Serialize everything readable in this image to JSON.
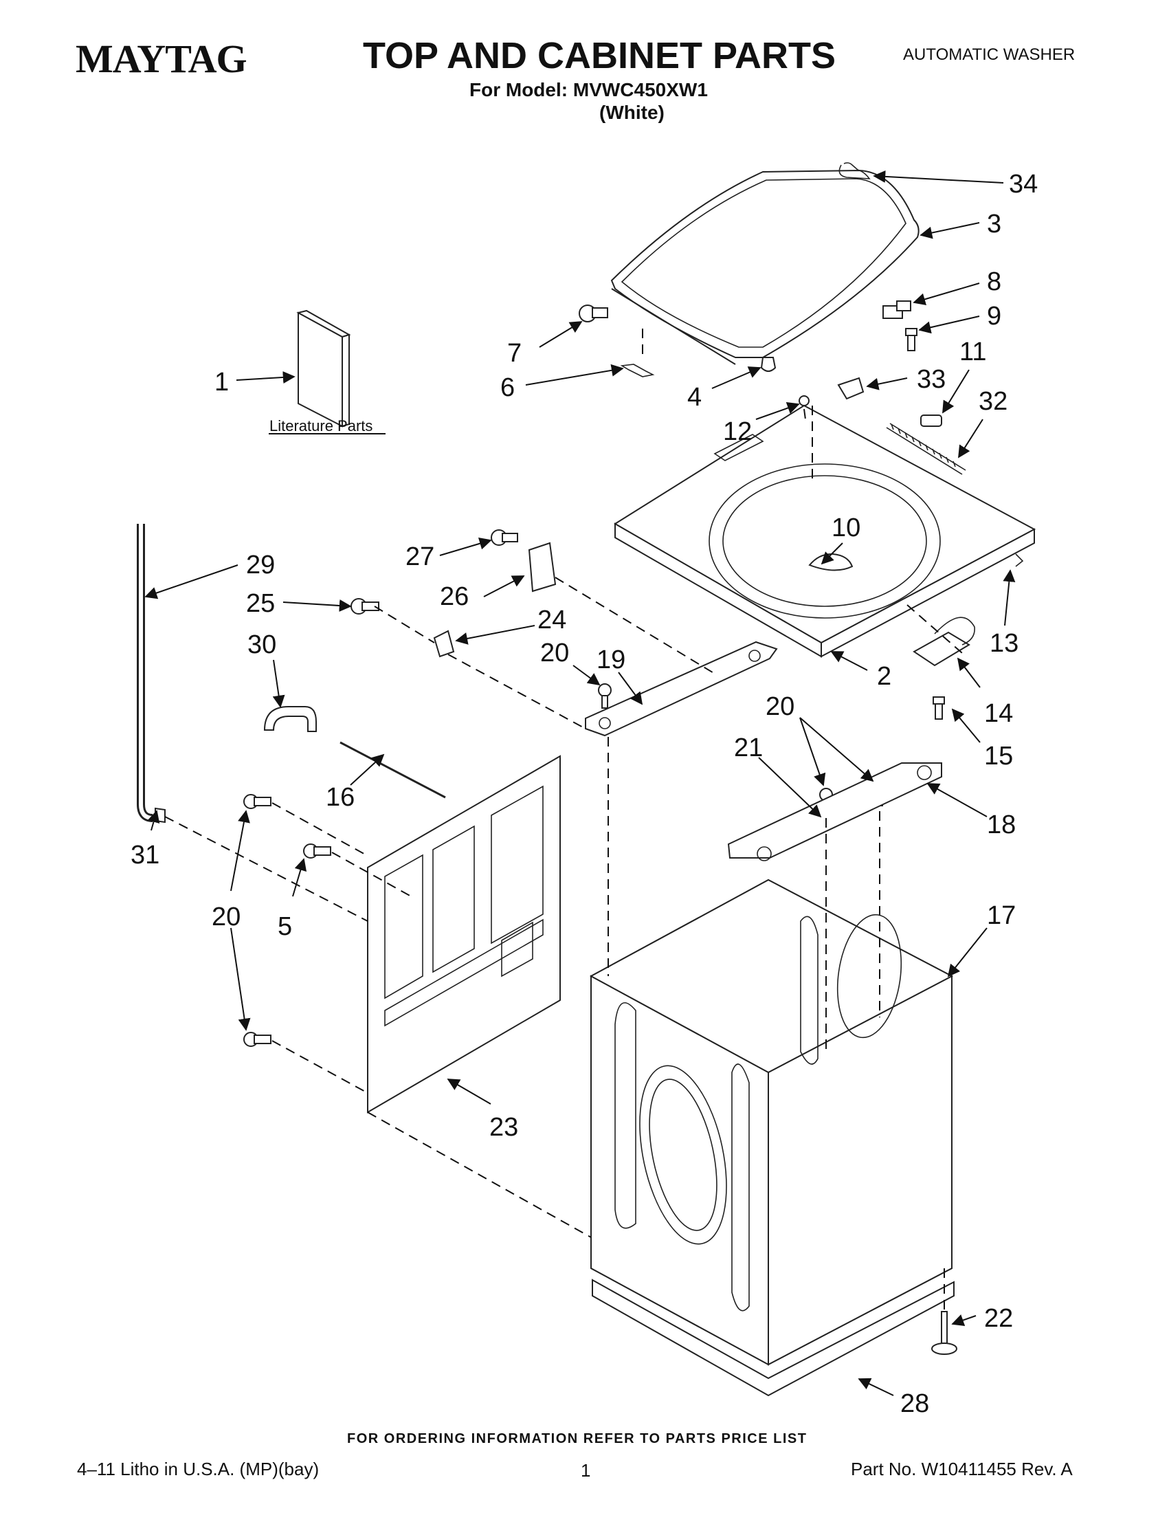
{
  "header": {
    "brand": "MAYTAG",
    "title": "TOP AND CABINET PARTS",
    "model_line": "For Model: MVWC450XW1",
    "color": "(White)",
    "product_type": "AUTOMATIC WASHER"
  },
  "literature_label": "Literature Parts",
  "callouts": [
    "34",
    "3",
    "8",
    "9",
    "7",
    "6",
    "4",
    "33",
    "11",
    "1",
    "12",
    "32",
    "10",
    "29",
    "27",
    "26",
    "25",
    "24",
    "30",
    "20",
    "19",
    "13",
    "2",
    "14",
    "15",
    "20",
    "21",
    "16",
    "18",
    "31",
    "5",
    "20",
    "17",
    "23",
    "22",
    "28"
  ],
  "footer": {
    "ordering_note": "FOR ORDERING INFORMATION REFER TO PARTS PRICE LIST",
    "litho": "4–11 Litho in U.S.A. (MP)(bay)",
    "page": "1",
    "part_no": "Part No. W10411455 Rev. A"
  }
}
